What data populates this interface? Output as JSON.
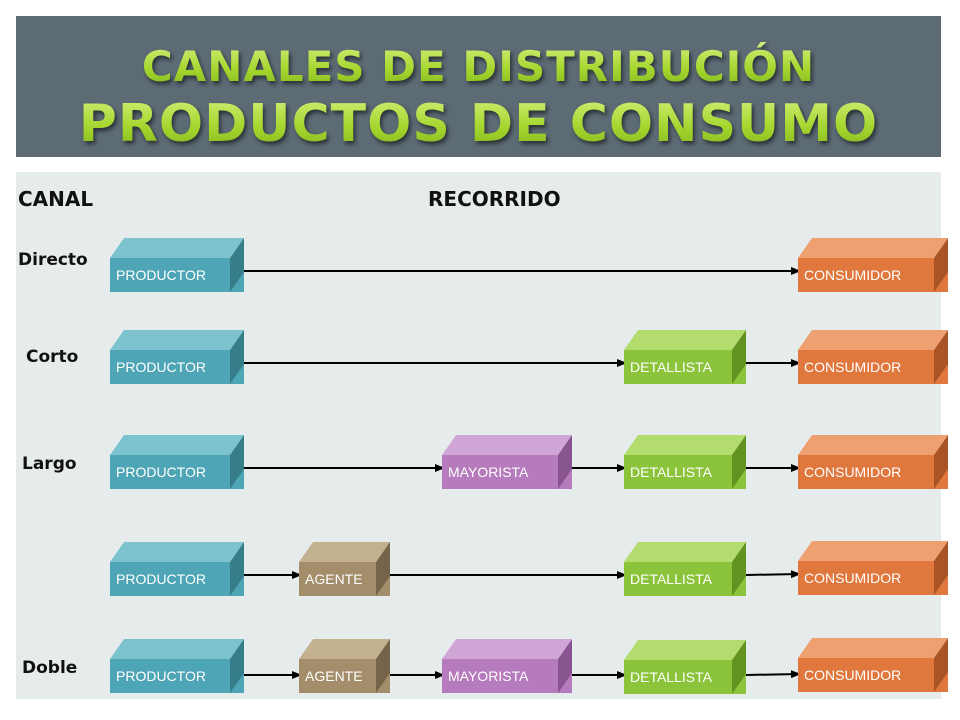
{
  "title": {
    "line1": "CANALES DE DISTRIBUCIÓN",
    "line2": "PRODUCTOS DE CONSUMO"
  },
  "headers": {
    "canal": "CANAL",
    "recorrido": "RECORRIDO"
  },
  "canales": {
    "directo": "Directo",
    "corto": "Corto",
    "largo": "Largo",
    "doble": "Doble"
  },
  "nodes": {
    "productor": "PRODUCTOR",
    "agente": "AGENTE",
    "mayorista": "MAYORISTA",
    "detallista": "DETALLISTA",
    "consumidor": "CONSUMIDOR"
  },
  "colors": {
    "productor": "#4ea5b5",
    "agente": "#a38d6a",
    "mayorista": "#b57bbd",
    "detallista": "#8bc43a",
    "consumidor": "#e0773c",
    "title_band": "#5d6b75",
    "content_band": "#e6ebec"
  }
}
